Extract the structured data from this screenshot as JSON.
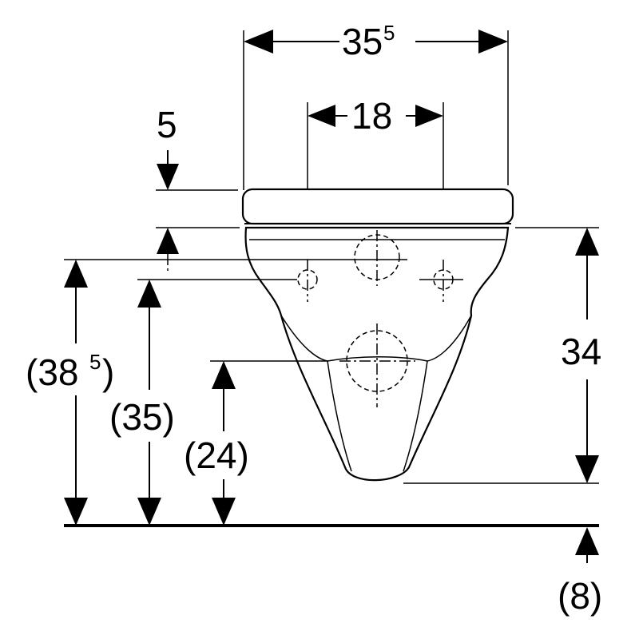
{
  "diagram": {
    "type": "technical drawing - wall-hung toilet front elevation dimensions",
    "dimensions": {
      "overall_width": {
        "main": "35",
        "sup": "5"
      },
      "fixing_spacing": {
        "main": "18"
      },
      "seat_offset": {
        "main": "5"
      },
      "bowl_height": {
        "main": "34"
      },
      "height_385": {
        "open": "(38",
        "sup": "5",
        "close": ")"
      },
      "height_35": {
        "main": "(35)"
      },
      "height_24": {
        "main": "(24)"
      },
      "floor_offset": {
        "main": "(8)"
      }
    }
  }
}
